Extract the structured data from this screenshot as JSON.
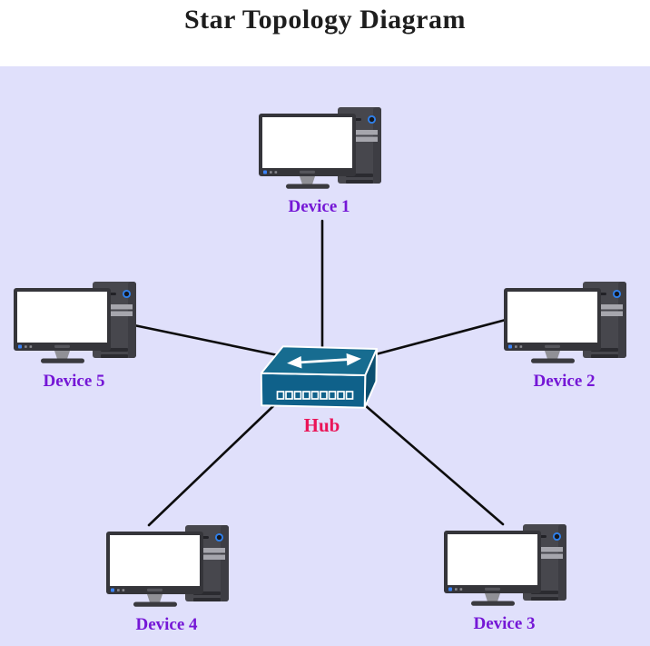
{
  "title": "Star Topology Diagram",
  "hub": {
    "label": "Hub",
    "port_count": 9
  },
  "devices": [
    {
      "label": "Device 1"
    },
    {
      "label": "Device 2"
    },
    {
      "label": "Device 3"
    },
    {
      "label": "Device 4"
    },
    {
      "label": "Device 5"
    }
  ],
  "connections": [
    {
      "from": "Device 1",
      "to": "Hub"
    },
    {
      "from": "Device 2",
      "to": "Hub"
    },
    {
      "from": "Device 3",
      "to": "Hub"
    },
    {
      "from": "Device 4",
      "to": "Hub"
    },
    {
      "from": "Device 5",
      "to": "Hub"
    }
  ],
  "colors": {
    "background": "#e0e0fb",
    "header_background": "#ffffff",
    "title_color": "#1d1d1d",
    "device_label_color": "#7517d6",
    "hub_label_color": "#ea1558",
    "line_color": "#0d0d0d",
    "hub_top": "#176c90",
    "hub_front": "#0f618a",
    "hub_side": "#0b4f70"
  }
}
